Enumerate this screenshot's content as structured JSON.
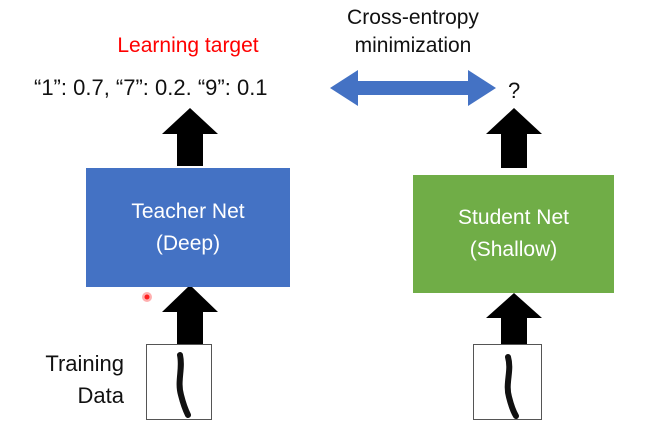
{
  "labels": {
    "learning_target": "Learning target",
    "cross_entropy_line1": "Cross-entropy",
    "cross_entropy_line2": "minimization",
    "teacher_output": "“1”: 0.7, “7”: 0.2. “9”: 0.1",
    "student_output": "?",
    "training_line1": "Training",
    "training_line2": "Data"
  },
  "teacher": {
    "line1": "Teacher Net",
    "line2": "(Deep)"
  },
  "student": {
    "line1": "Student Net",
    "line2": "(Shallow)"
  },
  "colors": {
    "teacher_box": "#4472c4",
    "student_box": "#70ad47",
    "learning_target": "#ff0000",
    "double_arrow": "#4472c4",
    "arrows": "#000000",
    "cursor_dot": "#ff2020"
  },
  "icons": [
    "double-arrow-icon",
    "up-arrow-icon",
    "digit-one-image",
    "cursor-dot-icon"
  ]
}
